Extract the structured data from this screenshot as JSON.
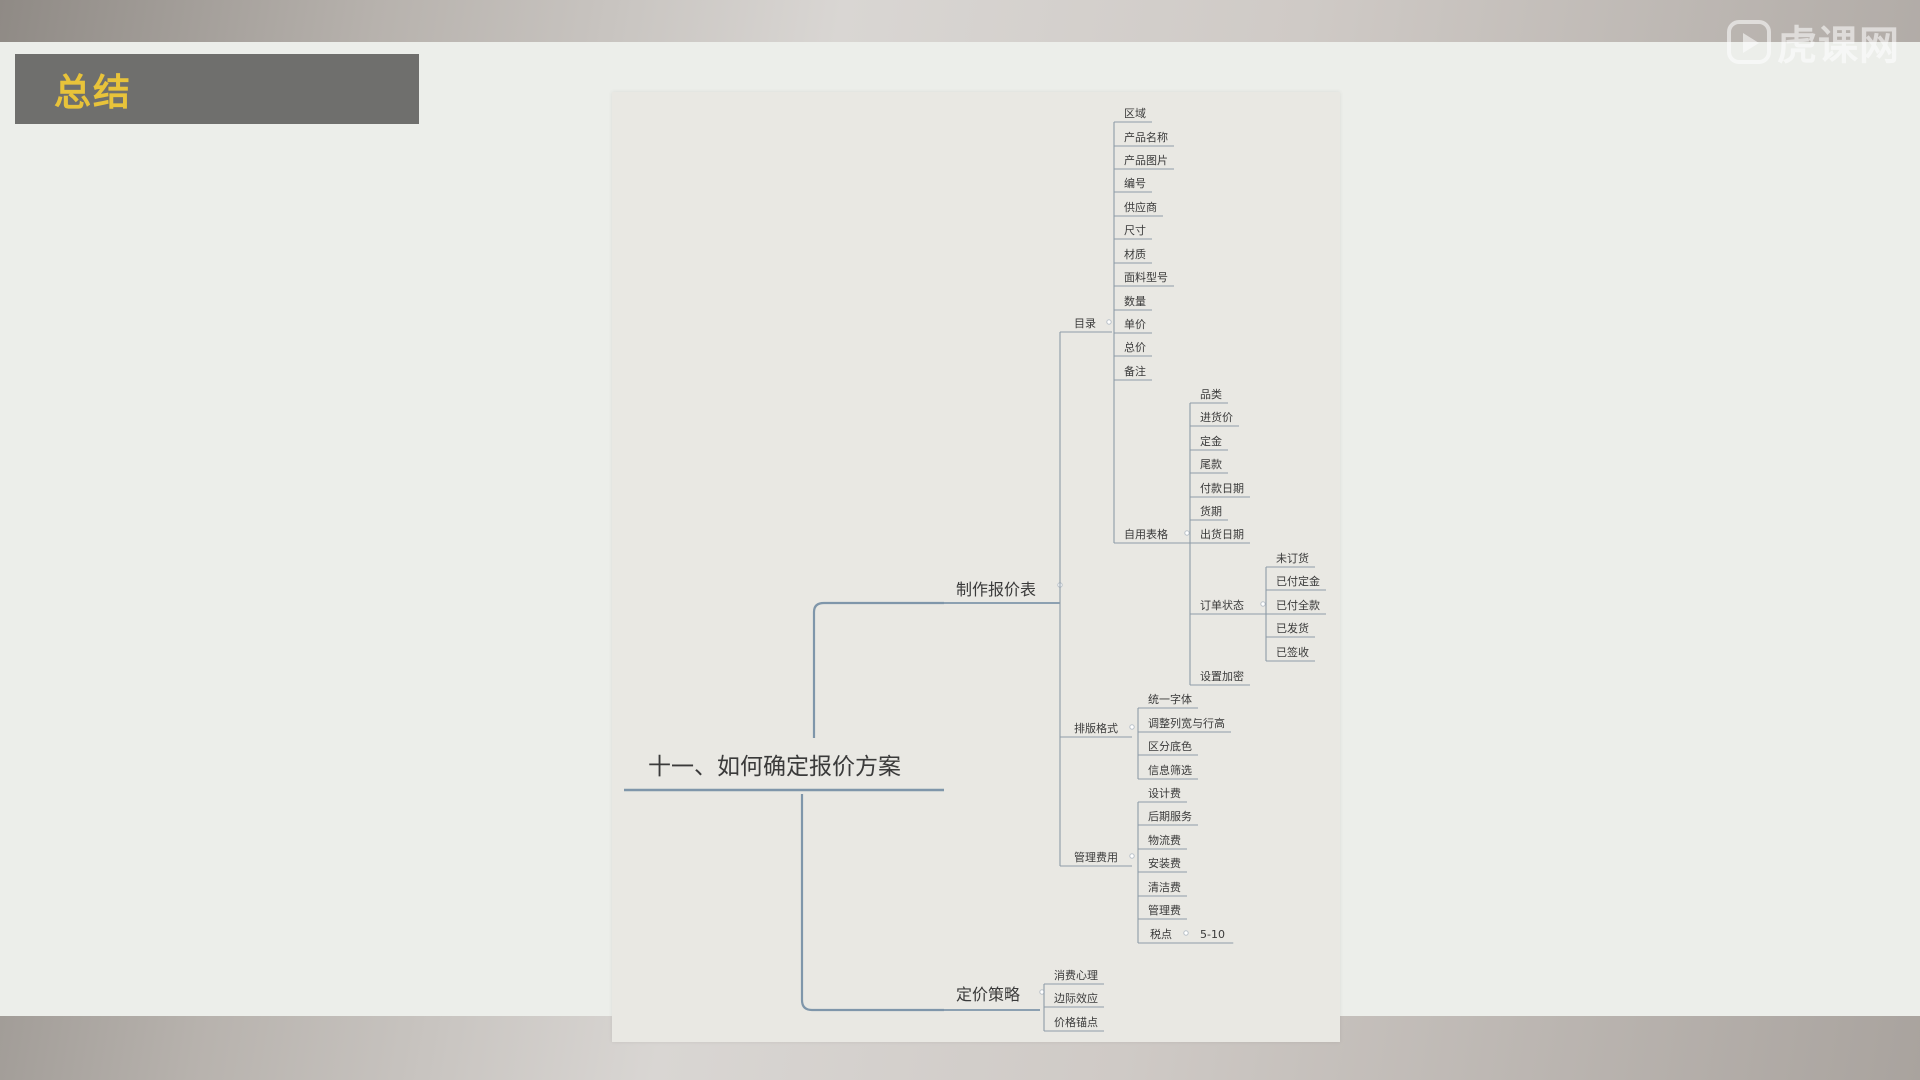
{
  "slide": {
    "title": "总结",
    "watermark": "虎课网"
  },
  "mindmap": {
    "root": "十一、如何确定报价方案",
    "branches": [
      {
        "label": "制作报价表",
        "children": [
          {
            "label": "目录",
            "children": [
              {
                "label": "区域"
              },
              {
                "label": "产品名称"
              },
              {
                "label": "产品图片"
              },
              {
                "label": "编号"
              },
              {
                "label": "供应商"
              },
              {
                "label": "尺寸"
              },
              {
                "label": "材质"
              },
              {
                "label": "面料型号"
              },
              {
                "label": "数量"
              },
              {
                "label": "单价"
              },
              {
                "label": "总价"
              },
              {
                "label": "备注"
              },
              {
                "label": "自用表格",
                "children": [
                  {
                    "label": "品类"
                  },
                  {
                    "label": "进货价"
                  },
                  {
                    "label": "定金"
                  },
                  {
                    "label": "尾款"
                  },
                  {
                    "label": "付款日期"
                  },
                  {
                    "label": "货期"
                  },
                  {
                    "label": "出货日期"
                  },
                  {
                    "label": "订单状态",
                    "children": [
                      {
                        "label": "未订货"
                      },
                      {
                        "label": "已付定金"
                      },
                      {
                        "label": "已付全款"
                      },
                      {
                        "label": "已发货"
                      },
                      {
                        "label": "已签收"
                      }
                    ]
                  },
                  {
                    "label": "设置加密"
                  }
                ]
              }
            ]
          },
          {
            "label": "排版格式",
            "children": [
              {
                "label": "统一字体"
              },
              {
                "label": "调整列宽与行高"
              },
              {
                "label": "区分底色"
              },
              {
                "label": "信息筛选"
              }
            ]
          },
          {
            "label": "管理费用",
            "children": [
              {
                "label": "设计费"
              },
              {
                "label": "后期服务"
              },
              {
                "label": "物流费"
              },
              {
                "label": "安装费"
              },
              {
                "label": "清洁费"
              },
              {
                "label": "管理费"
              },
              {
                "label": "税点",
                "children": [
                  {
                    "label": "5-10"
                  }
                ]
              }
            ]
          }
        ]
      },
      {
        "label": "定价策略",
        "children": [
          {
            "label": "消费心理"
          },
          {
            "label": "边际效应"
          },
          {
            "label": "价格锚点"
          }
        ]
      }
    ]
  }
}
